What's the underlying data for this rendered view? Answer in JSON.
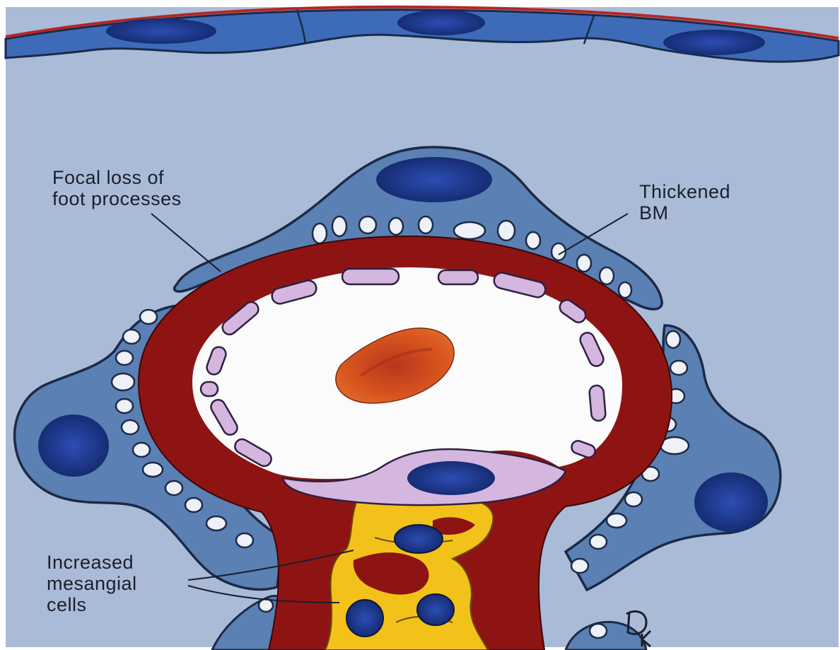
{
  "labels": {
    "focal_loss": [
      "Focal loss of",
      "foot processes"
    ],
    "thickened_bm": [
      "Thickened",
      "BM"
    ],
    "mesangial": [
      "Increased",
      "mesangial",
      "cells"
    ]
  },
  "signature": "DK",
  "colors": {
    "background": "#aabbd8",
    "podocyte": "#5a80b4",
    "podocyte_outline": "#1c2a47",
    "nucleus": "#1d3a8f",
    "basement_membrane": "#8e1414",
    "lumen": "#fbfbfc",
    "endothelium": "#d5b6df",
    "red_cell": "#d4541e",
    "mesangial_matrix": "#f2c21a",
    "capsule_edge": "#b52626"
  }
}
